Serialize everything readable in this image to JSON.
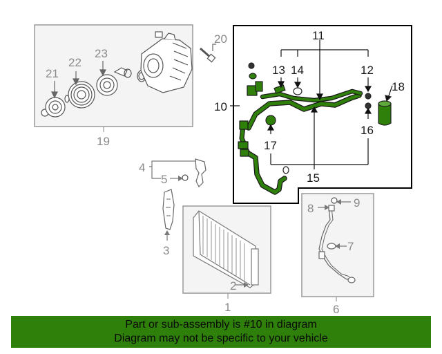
{
  "diagram": {
    "callouts": {
      "c1": "1",
      "c2": "2",
      "c3": "3",
      "c4": "4",
      "c5": "5",
      "c6": "6",
      "c7": "7",
      "c8": "8",
      "c9": "9",
      "c10": "10",
      "c11": "11",
      "c12": "12",
      "c13": "13",
      "c14": "14",
      "c15": "15",
      "c16": "16",
      "c17": "17",
      "c18": "18",
      "c19": "19",
      "c20": "20",
      "c21": "21",
      "c22": "22",
      "c23": "23"
    },
    "colors": {
      "highlight_part": "#2f7f0b",
      "footer_bg": "#2f7f0b",
      "frame": "#999999",
      "active_frame": "#000000"
    }
  },
  "footer": {
    "line1": "Part or sub-assembly is #10 in diagram",
    "line2": "Diagram may not be specific to your vehicle"
  }
}
